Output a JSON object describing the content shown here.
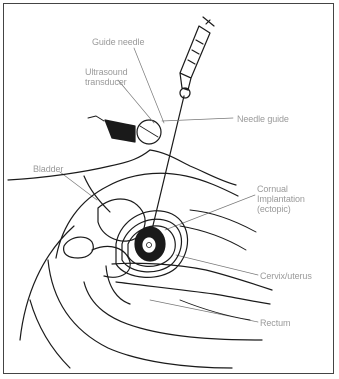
{
  "labels": {
    "guide_needle": "Guide needle",
    "ultrasound_transducer": "Ultrasound\ntransducer",
    "needle_guide": "Needle guide",
    "bladder": "Bladder",
    "cornual_implantation": "Cornual\nImplantation\n(ectopic)",
    "cervix_uterus": "Cervix/uterus",
    "rectum": "Rectum"
  }
}
